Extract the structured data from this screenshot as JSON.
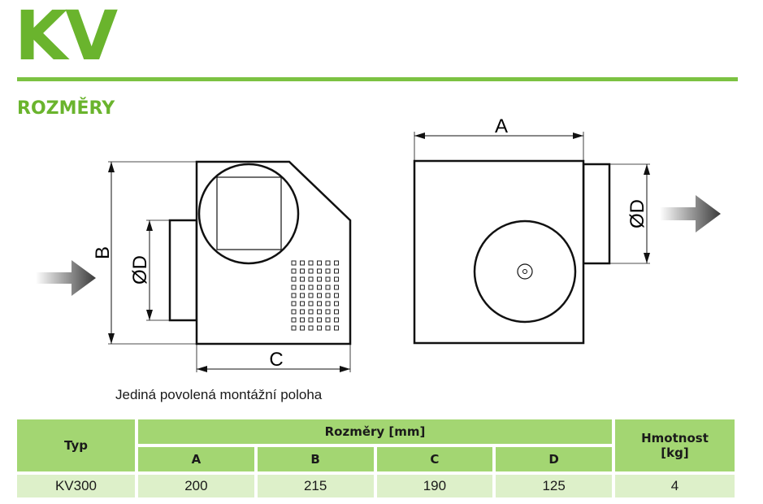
{
  "header": {
    "brand": "KV",
    "section_title": "ROZMĚRY"
  },
  "drawing": {
    "left_labels": {
      "b": "B",
      "d": "ØD",
      "c": "C"
    },
    "right_labels": {
      "a": "A",
      "d": "ØD"
    },
    "caption": "Jediná povolená montážní poloha"
  },
  "table": {
    "typ_header": "Typ",
    "dims_header": "Rozměry [mm]",
    "weight_header_line1": "Hmotnost",
    "weight_header_line2": "[kg]",
    "columns": [
      "A",
      "B",
      "C",
      "D"
    ],
    "rows": [
      {
        "typ": "KV300",
        "a": "200",
        "b": "215",
        "c": "190",
        "d": "125",
        "weight": "4"
      }
    ]
  },
  "colors": {
    "brand_green": "#6ab42d",
    "header_green": "#a3d672",
    "row_green": "#ddf0c9"
  }
}
